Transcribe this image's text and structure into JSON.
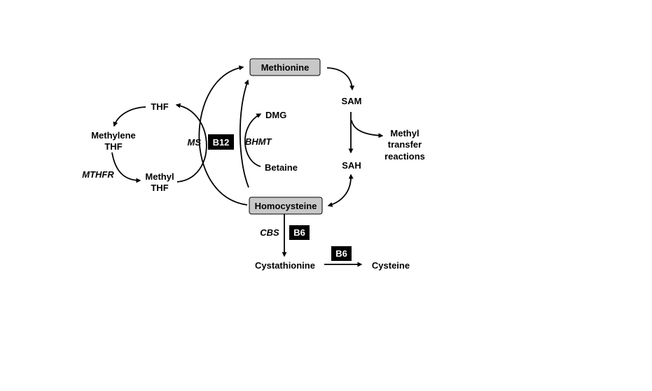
{
  "metabolites": {
    "methionine": "Methionine",
    "homocysteine": "Homocysteine",
    "sam": "SAM",
    "sah": "SAH",
    "methyl_transfer": [
      "Methyl",
      "transfer",
      "reactions"
    ],
    "thf": "THF",
    "methylene_thf": [
      "Methylene",
      "THF"
    ],
    "methyl_thf": [
      "Methyl",
      "THF"
    ],
    "dmg": "DMG",
    "betaine": "Betaine",
    "cystathionine": "Cystathionine",
    "cysteine": "Cysteine"
  },
  "enzymes": {
    "ms": "MS",
    "bhmt": "BHMT",
    "mthfr": "MTHFR",
    "cbs": "CBS"
  },
  "cofactors": {
    "b12": "B12",
    "b6_cbs": "B6",
    "b6_cysteine": "B6"
  },
  "colors": {
    "node_fill": "#c8c8c8",
    "cofactor_fill": "#000000",
    "cofactor_text": "#ffffff"
  }
}
